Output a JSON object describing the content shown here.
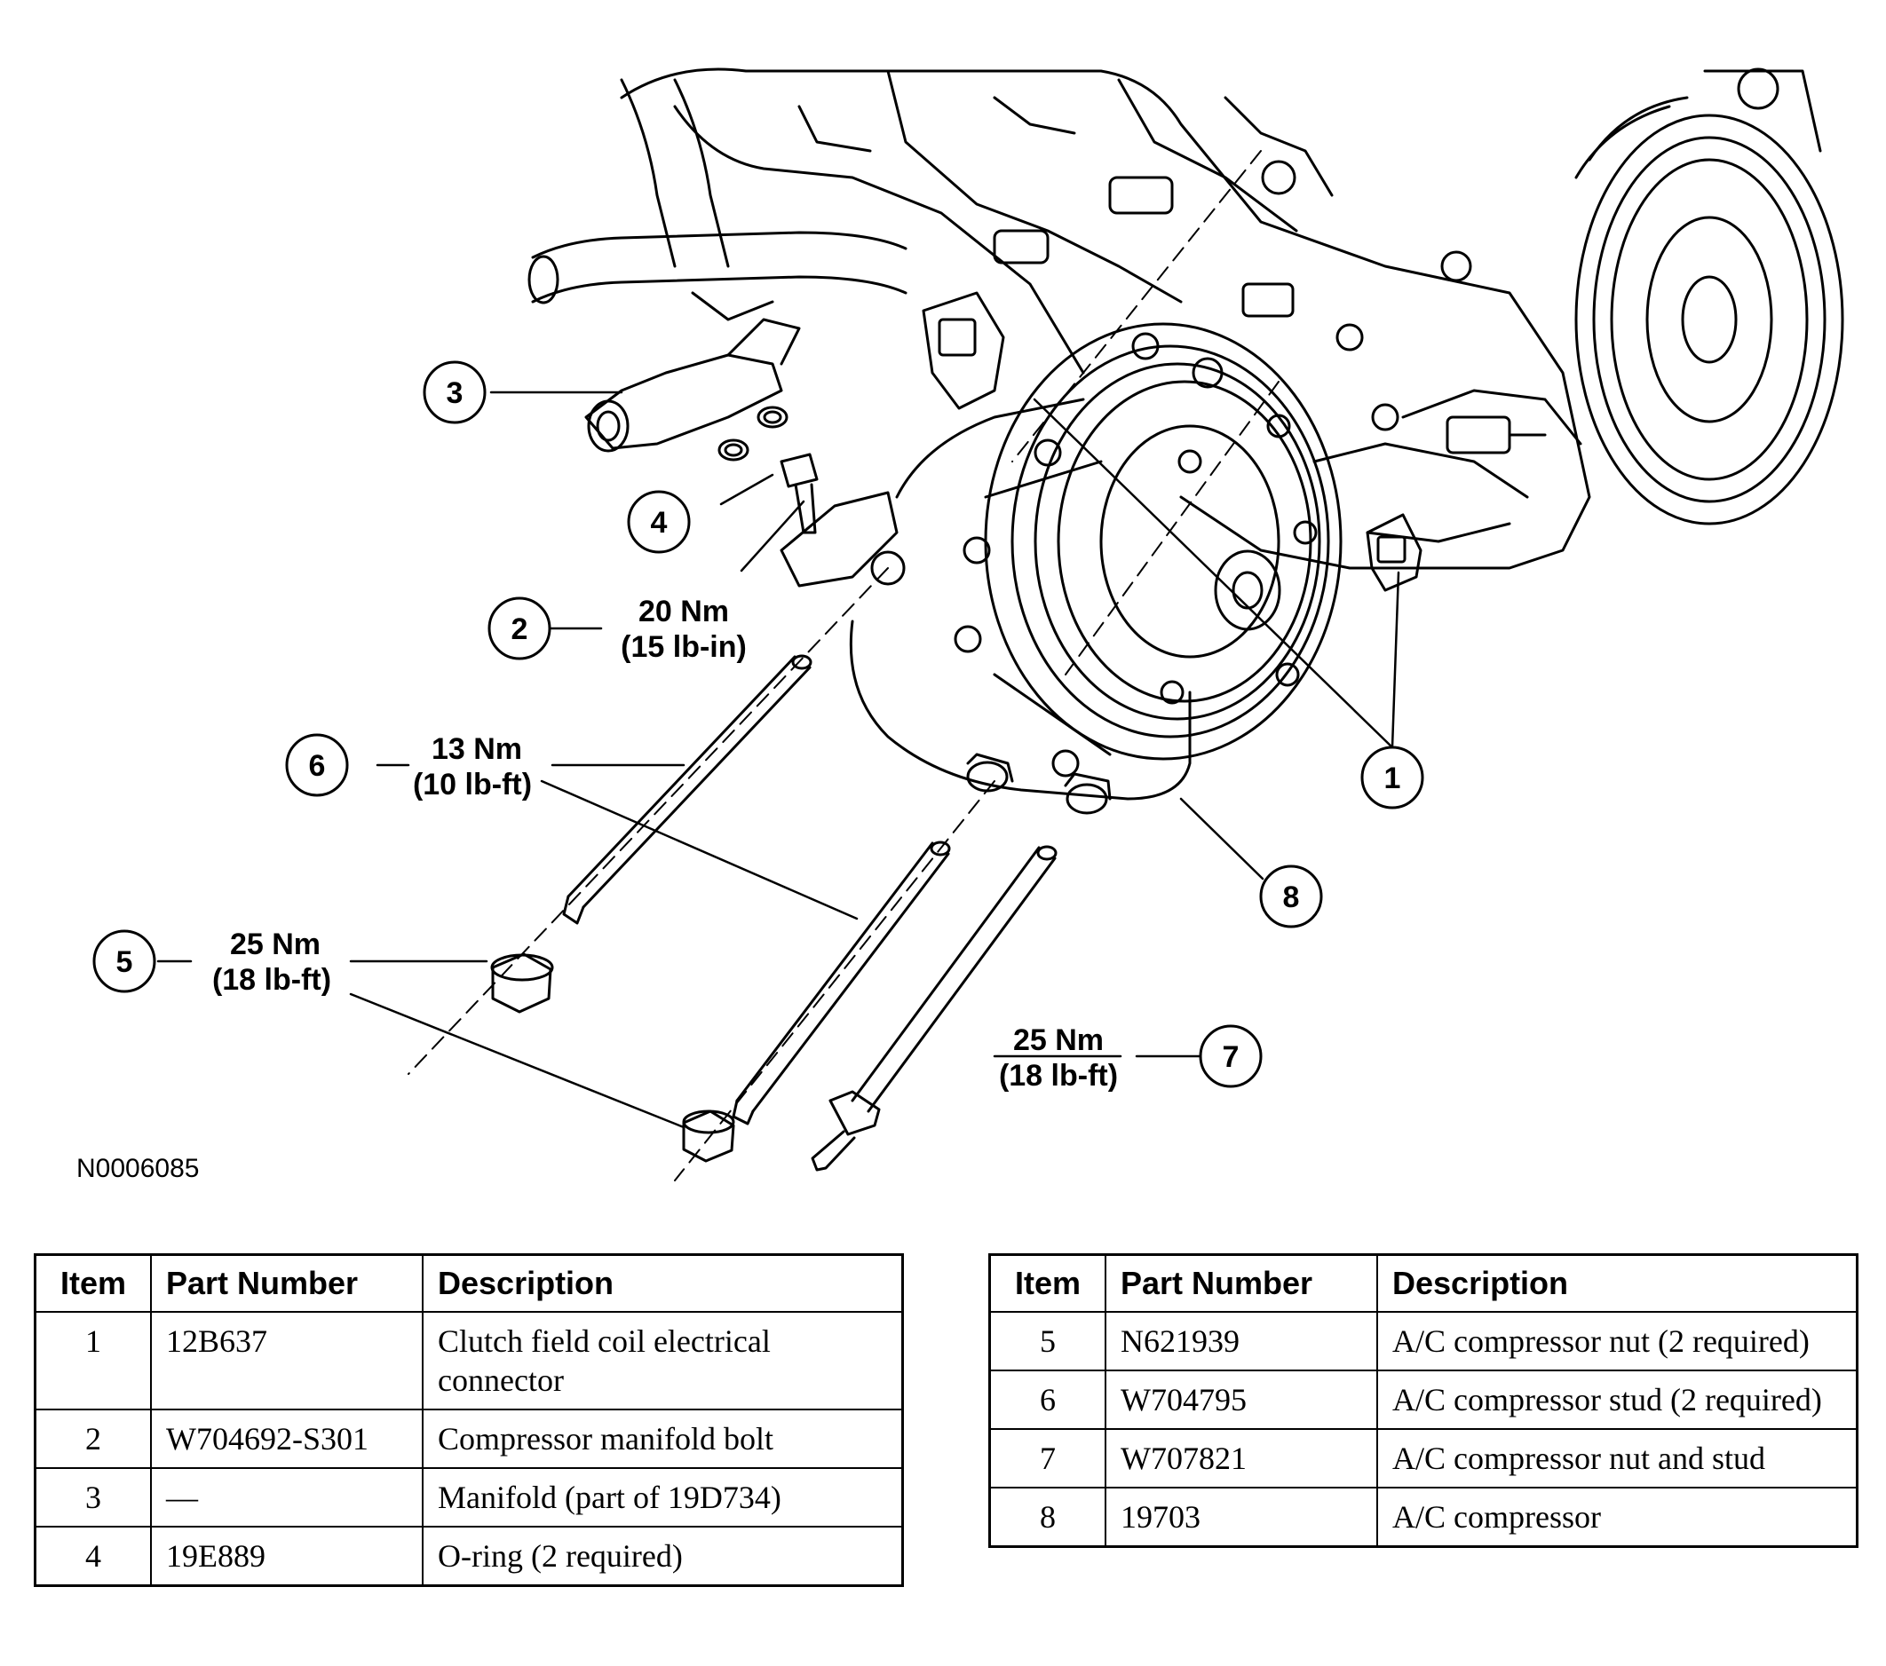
{
  "figure_id": "N0006085",
  "callouts": [
    {
      "num": "1"
    },
    {
      "num": "2"
    },
    {
      "num": "3"
    },
    {
      "num": "4"
    },
    {
      "num": "5"
    },
    {
      "num": "6"
    },
    {
      "num": "7"
    },
    {
      "num": "8"
    }
  ],
  "torque": {
    "t2": {
      "nm": "20 Nm",
      "imp": "(15 lb-in)"
    },
    "t6": {
      "nm": "13 Nm",
      "imp": "(10 lb-ft)"
    },
    "t5": {
      "nm": "25 Nm",
      "imp": "(18 lb-ft)"
    },
    "t7": {
      "nm": "25 Nm",
      "imp": "(18 lb-ft)"
    }
  },
  "table_headers": {
    "item": "Item",
    "part": "Part Number",
    "desc": "Description"
  },
  "parts_left": [
    {
      "item": "1",
      "part": "12B637",
      "desc": "Clutch field coil electrical connector"
    },
    {
      "item": "2",
      "part": "W704692-S301",
      "desc": "Compressor manifold bolt"
    },
    {
      "item": "3",
      "part": "—",
      "desc": "Manifold (part of 19D734)"
    },
    {
      "item": "4",
      "part": "19E889",
      "desc": "O-ring (2 required)"
    }
  ],
  "parts_right": [
    {
      "item": "5",
      "part": "N621939",
      "desc": "A/C compressor nut (2 required)"
    },
    {
      "item": "6",
      "part": "W704795",
      "desc": "A/C compressor stud (2 required)"
    },
    {
      "item": "7",
      "part": "W707821",
      "desc": "A/C compressor nut and stud"
    },
    {
      "item": "8",
      "part": "19703",
      "desc": "A/C compressor"
    }
  ]
}
